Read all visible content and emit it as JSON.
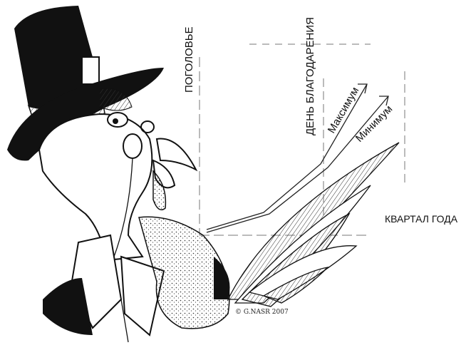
{
  "cartoon": {
    "y_axis_label": "ПОГОЛОВЬЕ",
    "event_label": "ДЕНЬ БЛАГОДАРЕНИЯ",
    "x_axis_label": "КВАРТАЛ ГОДА",
    "line_max_label": "Максимум",
    "line_min_label": "Минимум",
    "signature": "© G.NASR 2007"
  },
  "colors": {
    "ink": "#111111",
    "paper": "#ffffff",
    "hatch": "#555555"
  },
  "icons": [
    "top-hat-illustration",
    "monocle-icon",
    "turkey-beak-illustration",
    "feather-pointer-illustration"
  ]
}
